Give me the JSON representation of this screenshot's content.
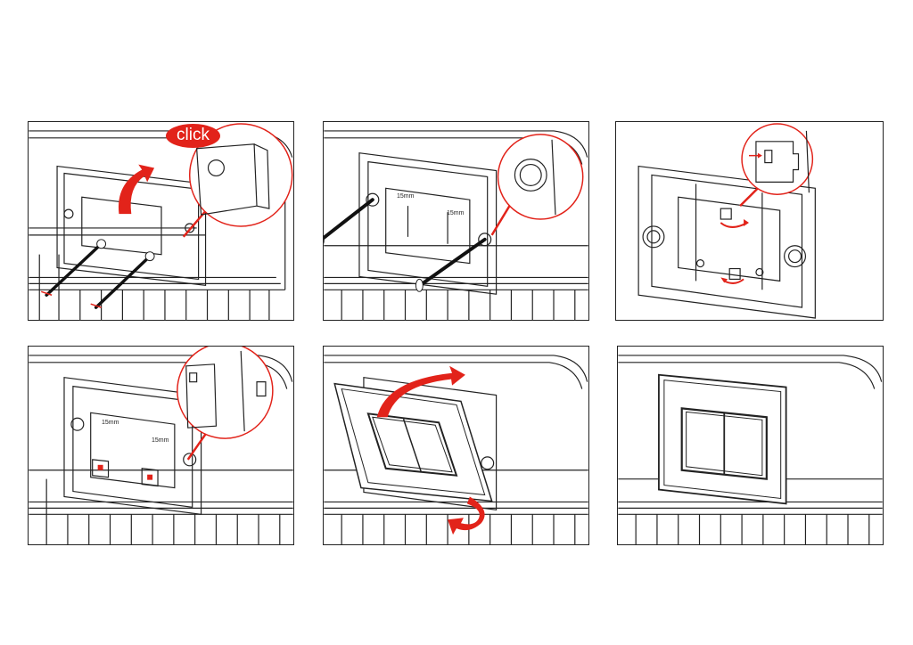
{
  "colors": {
    "line": "#222222",
    "accent": "#e2231a",
    "background": "#ffffff"
  },
  "steps": [
    {
      "annotations": [
        "click"
      ]
    },
    {
      "annotations": [
        "15mm",
        "15mm"
      ]
    },
    {
      "annotations": []
    },
    {
      "annotations": [
        "15mm",
        "15mm"
      ]
    },
    {
      "annotations": []
    },
    {
      "annotations": []
    }
  ]
}
